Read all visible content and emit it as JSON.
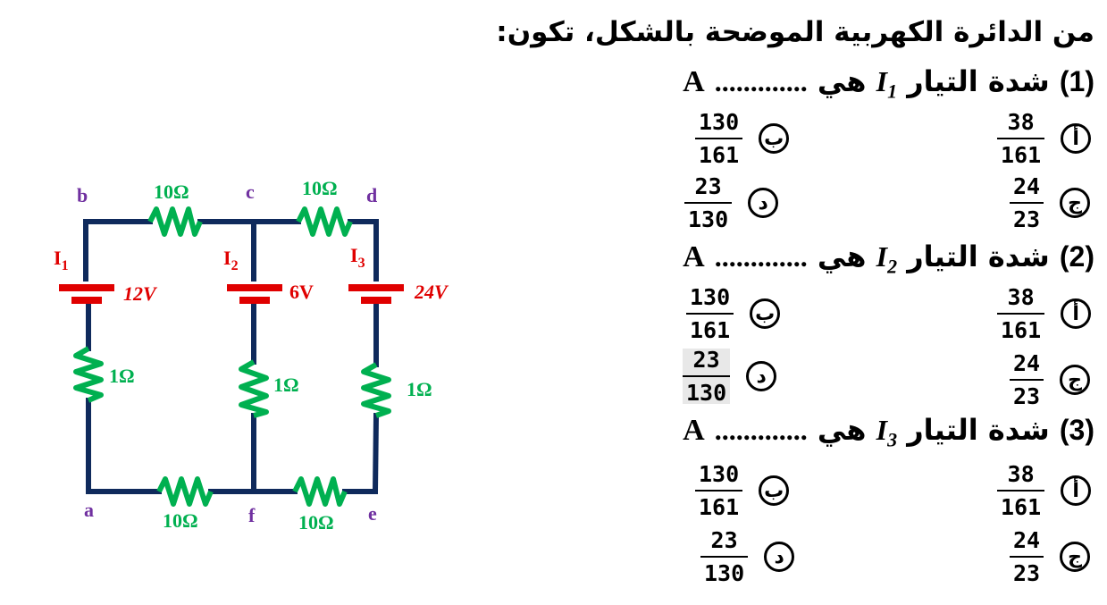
{
  "circuit": {
    "nodes": {
      "a": "a",
      "b": "b",
      "c": "c",
      "d": "d",
      "e": "e",
      "f": "f"
    },
    "resistors": {
      "bc": "10Ω",
      "cd": "10Ω",
      "af": "10Ω",
      "fe": "10Ω",
      "left": "1Ω",
      "middle": "1Ω",
      "right": "1Ω"
    },
    "currents": {
      "i1": "I",
      "i1sub": "1",
      "i2": "I",
      "i2sub": "2",
      "i3": "I",
      "i3sub": "3"
    },
    "batteries": {
      "left": "12V",
      "middle": "6V",
      "right": "24V"
    },
    "colors": {
      "wire": "#0f2a5c",
      "resistor": "#00b050",
      "battery": "#e00000",
      "node": "#7030a0"
    }
  },
  "question": {
    "title": "من الدائرة الكهربية الموضحة بالشكل، تكون:",
    "items": [
      {
        "num": "(1)",
        "text": "شدة التيار",
        "var": "I",
        "sub": "1",
        "tail": "هي",
        "dots": ".............",
        "unit": "A",
        "options": [
          {
            "letter": "أ",
            "num": "38",
            "den": "161"
          },
          {
            "letter": "ب",
            "num": "130",
            "den": "161"
          },
          {
            "letter": "ج",
            "num": "24",
            "den": "23"
          },
          {
            "letter": "د",
            "num": "23",
            "den": "130"
          }
        ]
      },
      {
        "num": "(2)",
        "text": "شدة التيار",
        "var": "I",
        "sub": "2",
        "tail": "هي",
        "dots": ".............",
        "unit": "A",
        "options": [
          {
            "letter": "أ",
            "num": "38",
            "den": "161"
          },
          {
            "letter": "ب",
            "num": "130",
            "den": "161"
          },
          {
            "letter": "ج",
            "num": "24",
            "den": "23"
          },
          {
            "letter": "د",
            "num": "23",
            "den": "130"
          }
        ]
      },
      {
        "num": "(3)",
        "text": "شدة التيار",
        "var": "I",
        "sub": "3",
        "tail": "هي",
        "dots": ".............",
        "unit": "A",
        "options": [
          {
            "letter": "أ",
            "num": "38",
            "den": "161"
          },
          {
            "letter": "ب",
            "num": "130",
            "den": "161"
          },
          {
            "letter": "ج",
            "num": "24",
            "den": "23"
          },
          {
            "letter": "د",
            "num": "23",
            "den": "130"
          }
        ]
      }
    ]
  }
}
